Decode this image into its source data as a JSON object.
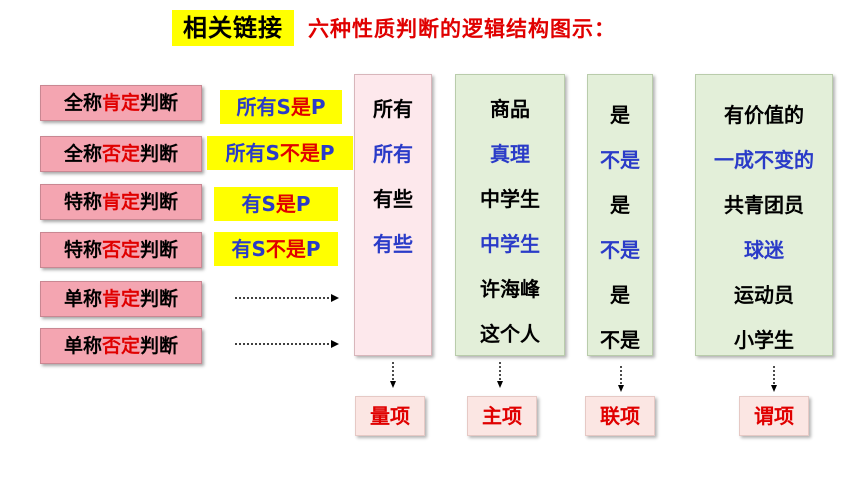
{
  "header": {
    "label": "相关链接",
    "title": "六种性质判断的逻辑结构图示："
  },
  "judgments": [
    {
      "prefix": "全称",
      "keyword": "肯定",
      "suffix": "判断"
    },
    {
      "prefix": "全称",
      "keyword": "否定",
      "suffix": "判断"
    },
    {
      "prefix": "特称",
      "keyword": "肯定",
      "suffix": "判断"
    },
    {
      "prefix": "特称",
      "keyword": "否定",
      "suffix": "判断"
    },
    {
      "prefix": "单称",
      "keyword": "肯定",
      "suffix": "判断"
    },
    {
      "prefix": "单称",
      "keyword": "否定",
      "suffix": "判断"
    }
  ],
  "formulas": [
    {
      "before": "所有S",
      "key": "是",
      "after": "P"
    },
    {
      "before": "所有S",
      "key": "不是",
      "after": "P"
    },
    {
      "before": "有S",
      "key": "是",
      "after": "P"
    },
    {
      "before": "有S",
      "key": "不是",
      "after": "P"
    }
  ],
  "columns": {
    "quantifier": [
      "所有",
      "所有",
      "有些",
      "有些"
    ],
    "subject": [
      "商品",
      "真理",
      "中学生",
      "中学生",
      "许海峰",
      "这个人"
    ],
    "copula": [
      "是",
      "不是",
      "是",
      "不是",
      "是",
      "不是"
    ],
    "predicate": [
      "有价值的",
      "一成不变的",
      "共青团员",
      "球迷",
      "运动员",
      "小学生"
    ]
  },
  "terms": {
    "quantifier": "量项",
    "subject": "主项",
    "copula": "联项",
    "predicate": "谓项"
  },
  "colors": {
    "highlight": "#ffff00",
    "red": "#e00000",
    "blue": "#2a3bc8",
    "judgment_bg": "#f4a5b1",
    "quantifier_bg": "#fde8ec",
    "other_col_bg": "#e3efd9",
    "term_bg": "#fbe6e3"
  }
}
